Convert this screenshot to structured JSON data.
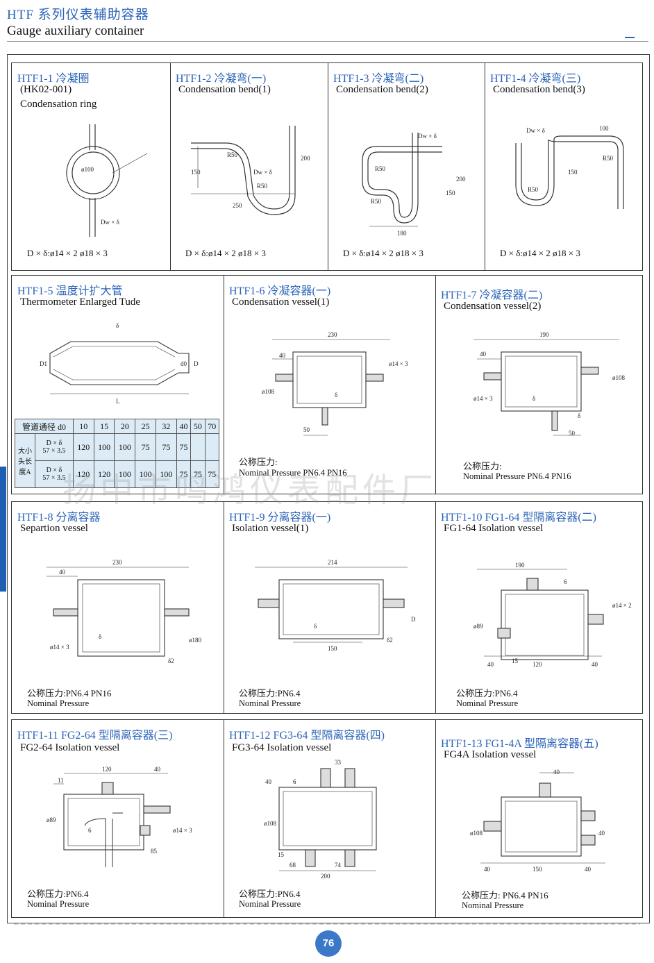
{
  "header": {
    "title_cn": "HTF 系列仪表辅助容器",
    "title_en": "Gauge auxiliary container"
  },
  "rows": [
    {
      "cells": [
        {
          "title": "HTF1-1 冷凝圈",
          "lines": [
            "(HK02-001)",
            "Condensation ring"
          ],
          "footer": "D × δ:ø14 × 2  ø18 × 3",
          "dims": [
            "ø100",
            "Dw × δ"
          ]
        },
        {
          "title": "HTF1-2 冷凝弯(一)",
          "lines": [
            "Condensation bend(1)"
          ],
          "footer": "D × δ:ø14 × 2  ø18 × 3",
          "dims": [
            "R50",
            "Dw × δ",
            "R50",
            "150",
            "200",
            "250"
          ]
        },
        {
          "title": "HTF1-3 冷凝弯(二)",
          "lines": [
            "Condensation bend(2)"
          ],
          "footer": "D × δ:ø14 × 2  ø18 × 3",
          "dims": [
            "Dw × δ",
            "R50",
            "R50",
            "150",
            "200",
            "180"
          ]
        },
        {
          "title": "HTF1-4 冷凝弯(三)",
          "lines": [
            "Condensation bend(3)"
          ],
          "footer": "D × δ:ø14 × 2  ø18 × 3",
          "dims": [
            "Dw × δ",
            "100",
            "R50",
            "150",
            "R50"
          ]
        }
      ]
    },
    {
      "cells": [
        {
          "title": "HTF1-5 温度计扩大管",
          "lines": [
            "Thermometer Enlarged Tude"
          ],
          "dims": [
            "δ",
            "D1",
            "d0",
            "D",
            "L"
          ],
          "table": {
            "header": [
              "管道通径 d0",
              "10",
              "15",
              "20",
              "25",
              "32",
              "40",
              "50",
              "70"
            ],
            "row_label": "大小头长度A",
            "rows": [
              {
                "spec": "D × δ",
                "spec2": "57 × 3.5",
                "values": [
                  "120",
                  "100",
                  "100",
                  "75",
                  "75",
                  "75",
                  "",
                  ""
                ]
              },
              {
                "spec": "D × δ",
                "spec2": "57 × 3.5",
                "values": [
                  "120",
                  "120",
                  "100",
                  "100",
                  "100",
                  "75",
                  "75",
                  "75"
                ]
              }
            ]
          }
        },
        {
          "title": "HTF1-6 冷凝容器(一)",
          "lines": [
            "Condensation vessel(1)"
          ],
          "footer": "公称压力:",
          "footer2": "Nominal Pressure PN6.4 PN16",
          "dims": [
            "230",
            "40",
            "ø108",
            "ø14 × 3",
            "δ",
            "50"
          ]
        },
        {
          "title": "HTF1-7 冷凝容器(二)",
          "lines": [
            "Condensation vessel(2)"
          ],
          "footer": "公称压力:",
          "footer2": "Nominal Pressure PN6.4 PN16",
          "dims": [
            "190",
            "40",
            "ø108",
            "ø14 × 3",
            "δ",
            "δ",
            "50"
          ]
        }
      ]
    },
    {
      "cells": [
        {
          "title": "HTF1-8 分离容器",
          "lines": [
            "Separtion vessel"
          ],
          "footer": "公称压力:PN6.4 PN16",
          "footer2": "Nominal Pressure",
          "dims": [
            "230",
            "40",
            "ø14 × 3",
            "δ",
            "ø180",
            "δ2"
          ]
        },
        {
          "title": "HTF1-9 分离容器(一)",
          "lines": [
            "Isolation vessel(1)"
          ],
          "footer": "公称压力:PN6.4",
          "footer2": "Nominal Pressure",
          "dims": [
            "214",
            "D",
            "δ",
            "150",
            "δ2"
          ]
        },
        {
          "title": "HTF1-10 FG1-64 型隔离容器(二)",
          "lines": [
            "FG1-64 Isolation vessel"
          ],
          "footer": "公称压力:PN6.4",
          "footer2": "Nominal Pressure",
          "dims": [
            "190",
            "6",
            "ø89",
            "ø14 × 2",
            "40",
            "15",
            "120",
            "40"
          ]
        }
      ]
    },
    {
      "cells": [
        {
          "title": "HTF1-11 FG2-64 型隔离容器(三)",
          "lines": [
            "FG2-64 Isolation vessel"
          ],
          "footer": "公称压力:PN6.4",
          "footer2": "Nominal Pressure",
          "dims": [
            "120",
            "40",
            "11",
            "ø89",
            "6",
            "ø14 × 3",
            "85"
          ]
        },
        {
          "title": "HTF1-12 FG3-64 型隔离容器(四)",
          "lines": [
            "FG3-64 Isolation vessel"
          ],
          "footer": "公称压力:PN6.4",
          "footer2": "Nominal Pressure",
          "dims": [
            "33",
            "40",
            "6",
            "ø108",
            "15",
            "68",
            "74",
            "200"
          ]
        },
        {
          "title": "HTF1-13 FG1-4A 型隔离容器(五)",
          "lines": [
            "FG4A Isolation vessel"
          ],
          "footer": "公称压力: PN6.4 PN16",
          "footer2": "Nominal Pressure",
          "dims": [
            "40",
            "ø108",
            "40",
            "40",
            "150",
            "40"
          ]
        }
      ]
    }
  ],
  "watermark": "扬中市鸣鸿仪表配件厂",
  "page_number": "76"
}
